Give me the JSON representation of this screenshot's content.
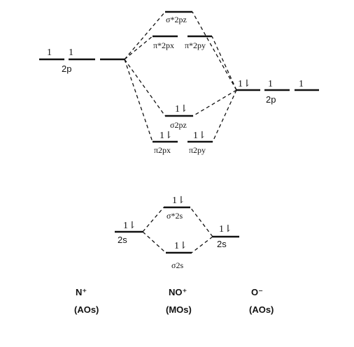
{
  "top": {
    "n_2p": {
      "e1": "1",
      "e2": "1",
      "label": "2p"
    },
    "o_2p": {
      "e1": "1⇂",
      "e2": "1",
      "e3": "1",
      "label": "2p"
    },
    "sigma_star_2pz": "σ*2pz",
    "pi_star_2px": "π*2px",
    "pi_star_2py": "π*2py",
    "sigma_2pz": {
      "occ": "1⇂",
      "label": "σ2pz"
    },
    "pi_2px": {
      "occ": "1⇂",
      "label": "π2px"
    },
    "pi_2py": {
      "occ": "1⇂",
      "label": "π2py"
    }
  },
  "bottom": {
    "n_2s": {
      "occ": "1⇂",
      "label": "2s"
    },
    "o_2s": {
      "occ": "1⇂",
      "label": "2s"
    },
    "sigma_star_2s": {
      "occ": "1⇂",
      "label": "σ*2s"
    },
    "sigma_2s": {
      "occ": "1⇂",
      "label": "σ2s"
    }
  },
  "footer": {
    "left": {
      "name": "N⁺",
      "type": "(AOs)"
    },
    "middle": {
      "name": "NO⁺",
      "type": "(MOs)"
    },
    "right": {
      "name": "O⁻",
      "type": "(AOs)"
    }
  }
}
